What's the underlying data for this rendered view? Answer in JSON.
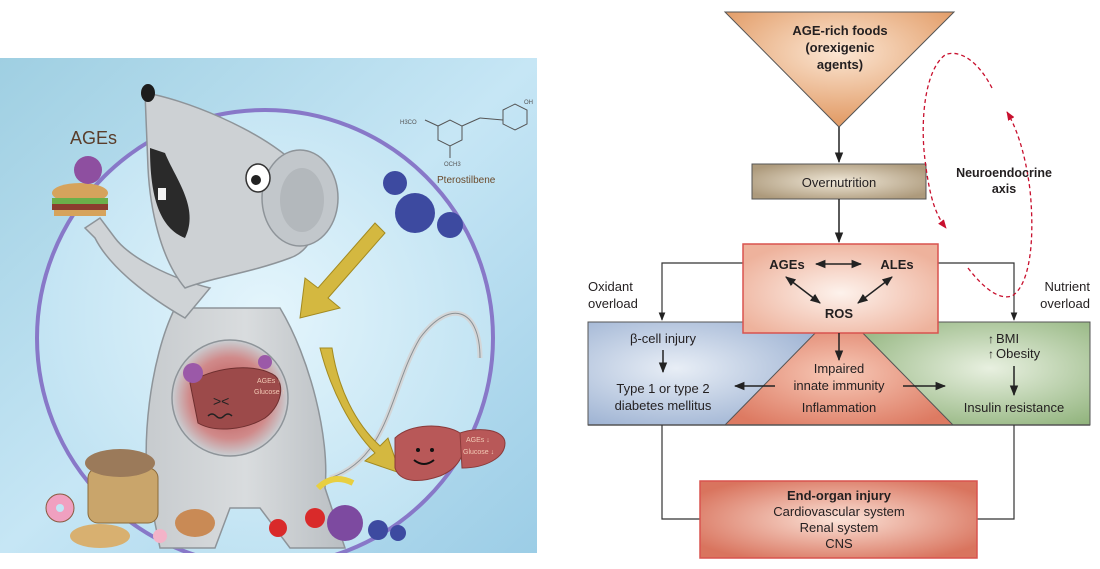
{
  "illustration": {
    "background_color": "#a9d6ea",
    "labels": {
      "ages": "AGEs",
      "pterostilbene": "Pterostilbene",
      "methoxy_left": "H3CO",
      "methoxy_bottom": "OCH3",
      "hydroxyl": "OH",
      "sick_liver_line1": "AGEs ↑",
      "sick_liver_line2": "Glucose ↑",
      "healthy_liver_line1": "AGEs ↓",
      "healthy_liver_line2": "Glucose ↓"
    }
  },
  "diagram": {
    "colors": {
      "triangle": "#e8a878",
      "overnutrition": "#b8a58a",
      "ros_box_fill": "#f4c4b0",
      "ros_box_border": "#d9534f",
      "blue_panel": "#a9bedb",
      "green_panel": "#9ebf8c",
      "inflammation": "#e0826a",
      "end_organ": "#dd7e68",
      "neuro_arrow": "#c8102e",
      "line": "#333333"
    },
    "nodes": {
      "source_line1": "AGE-rich foods",
      "source_line2": "(orexigenic",
      "source_line3": "agents)",
      "overnutrition": "Overnutrition",
      "ages": "AGEs",
      "ales": "ALEs",
      "ros": "ROS",
      "beta_cell": "β-cell injury",
      "diabetes_line1": "Type 1 or type 2",
      "diabetes_line2": "diabetes mellitus",
      "impaired_line1": "Impaired",
      "impaired_line2": "innate immunity",
      "inflammation": "Inflammation",
      "bmi": "BMI",
      "obesity": "Obesity",
      "insulin": "Insulin resistance",
      "end_organ_title": "End-organ injury",
      "end_organ_1": "Cardiovascular system",
      "end_organ_2": "Renal system",
      "end_organ_3": "CNS"
    },
    "edge_labels": {
      "oxidant_line1": "Oxidant",
      "oxidant_line2": "overload",
      "nutrient_line1": "Nutrient",
      "nutrient_line2": "overload",
      "neuro_line1": "Neuroendocrine",
      "neuro_line2": "axis"
    },
    "up_arrow_glyph": "↑"
  }
}
